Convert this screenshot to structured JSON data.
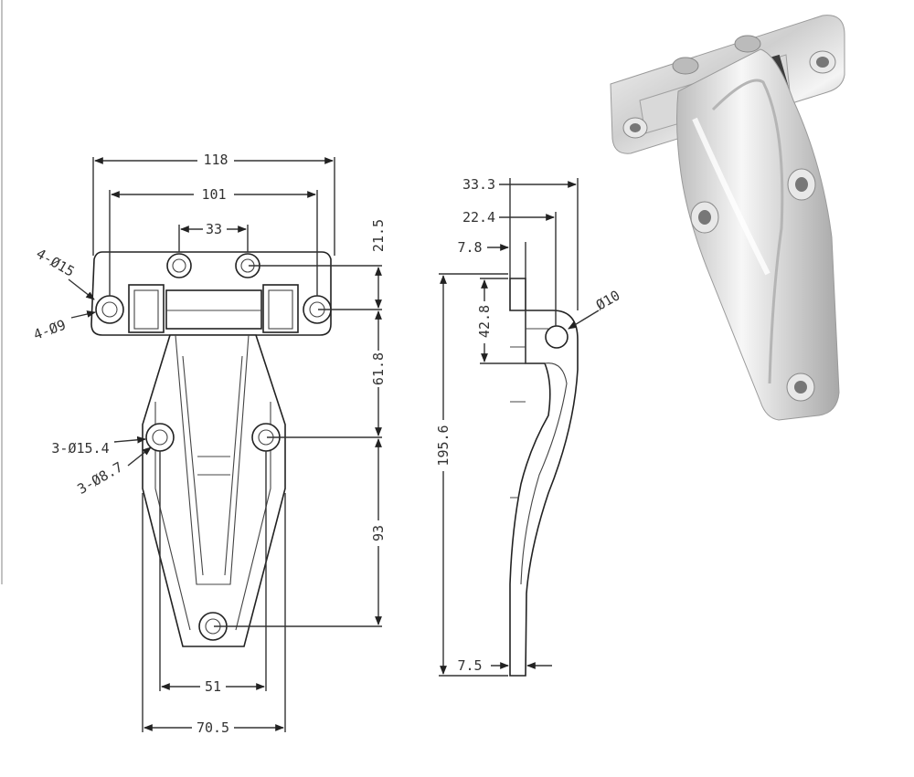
{
  "front_view": {
    "dimensions": {
      "overall_width": "118",
      "hole_spacing_outer": "101",
      "hole_spacing_center": "33",
      "top_offset": "21.5",
      "upper_to_middle": "61.8",
      "middle_to_bottom": "93",
      "bottom_hole_spacing": "51",
      "bottom_width": "70.5"
    },
    "callouts": {
      "top_counterbore": "4-Ø15",
      "top_hole": "4-Ø9",
      "mid_counterbore": "3-Ø15.4",
      "mid_hole": "3-Ø8.7"
    }
  },
  "side_view": {
    "dimensions": {
      "total_depth": "33.3",
      "pin_offset": "22.4",
      "plate_thickness_top": "7.8",
      "pin_height": "42.8",
      "overall_height": "195.6",
      "plate_thickness_bottom": "7.5"
    },
    "callouts": {
      "pin": "Ø10"
    }
  },
  "photo": {
    "subject": "stainless-steel-hinge",
    "colors": {
      "metal_light": "#f2f2f2",
      "metal_mid": "#c9c9c9",
      "metal_dark": "#8a8a8a"
    }
  }
}
